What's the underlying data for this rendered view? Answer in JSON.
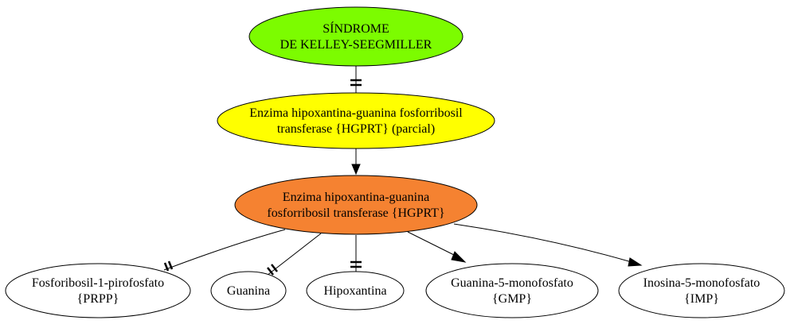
{
  "nodes": {
    "sindrome": {
      "lines": [
        "SÍNDROME",
        "DE KELLEY-SEEGMILLER"
      ],
      "fill": "#7cfc00"
    },
    "hgprt_parcial": {
      "lines": [
        "Enzima hipoxantina-guanina fosforribosil",
        "transferase {HGPRT} (parcial)"
      ],
      "fill": "#ffff00"
    },
    "hgprt": {
      "lines": [
        "Enzima hipoxantina-guanina",
        "fosforribosil transferase {HGPRT}"
      ],
      "fill": "#f58231"
    },
    "prpp": {
      "lines": [
        "Fosforibosil-1-pirofosfato",
        "{PRPP}"
      ],
      "fill": "#ffffff"
    },
    "guanina": {
      "lines": [
        "Guanina"
      ],
      "fill": "#ffffff"
    },
    "hipoxantina": {
      "lines": [
        "Hipoxantina"
      ],
      "fill": "#ffffff"
    },
    "gmp": {
      "lines": [
        "Guanina-5-monofosfato",
        "{GMP}"
      ],
      "fill": "#ffffff"
    },
    "imp": {
      "lines": [
        "Inosina-5-monofosfato",
        "{IMP}"
      ],
      "fill": "#ffffff"
    }
  },
  "edges": [
    {
      "from": "sindrome",
      "to": "hgprt_parcial",
      "marker": "double-bar"
    },
    {
      "from": "hgprt_parcial",
      "to": "hgprt",
      "marker": "arrow"
    },
    {
      "from": "hgprt",
      "to": "prpp",
      "marker": "double-tick"
    },
    {
      "from": "hgprt",
      "to": "guanina",
      "marker": "double-tick"
    },
    {
      "from": "hgprt",
      "to": "hipoxantina",
      "marker": "double-bar"
    },
    {
      "from": "hgprt",
      "to": "gmp",
      "marker": "arrow"
    },
    {
      "from": "hgprt",
      "to": "imp",
      "marker": "arrow"
    }
  ]
}
